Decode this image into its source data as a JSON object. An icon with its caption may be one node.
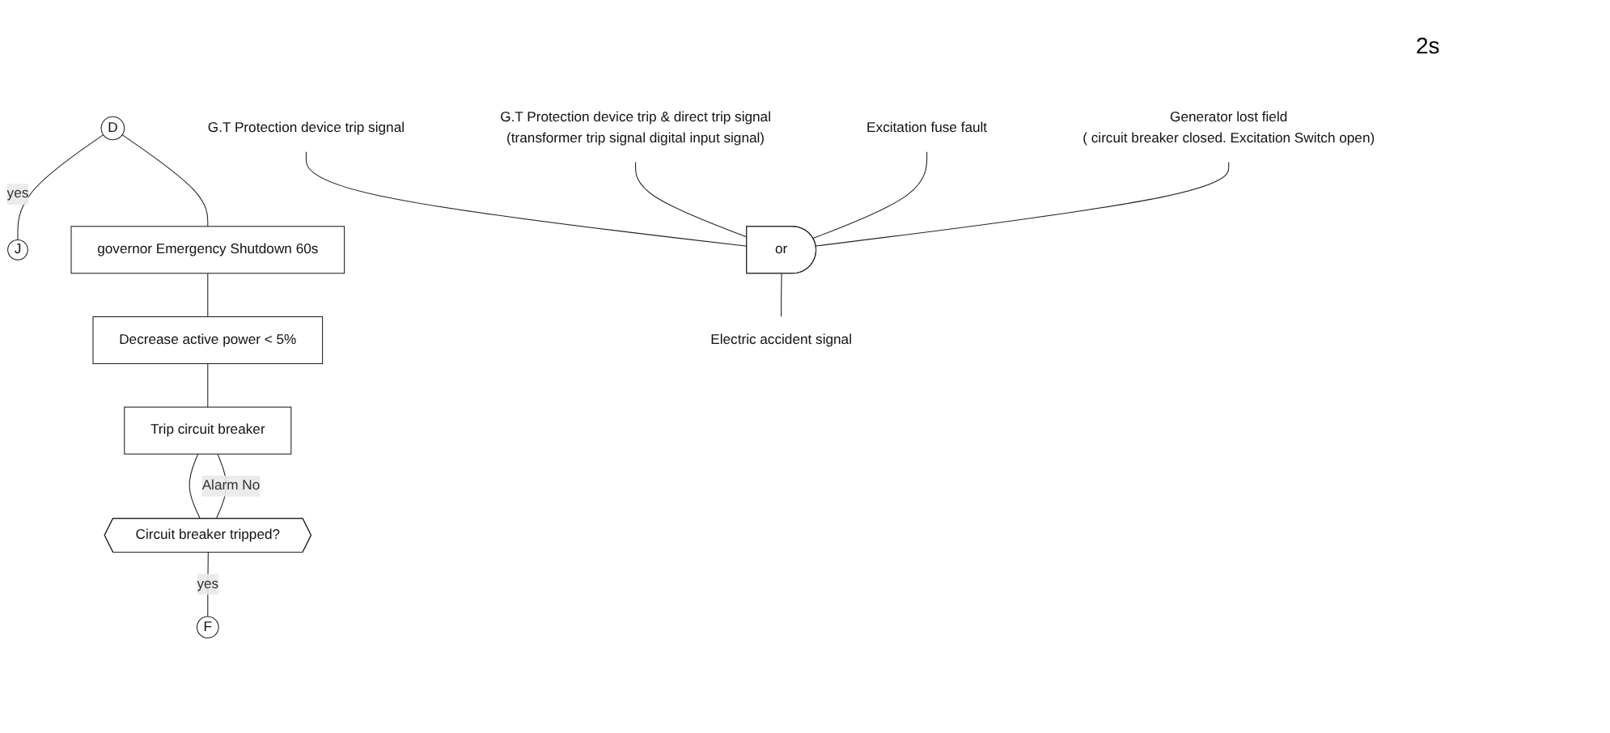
{
  "diagram": {
    "nodes": [
      {
        "text": [
          "D"
        ]
      },
      {
        "text": [
          "J"
        ]
      },
      {
        "text": [
          "governor Emergency Shutdown 60s"
        ]
      },
      {
        "text": [
          "Decrease active power < 5%"
        ]
      },
      {
        "text": [
          "Trip circuit breaker"
        ]
      },
      {
        "text": [
          "Circuit breaker tripped?"
        ]
      },
      {
        "text": [
          "F"
        ]
      },
      {
        "text": [
          "G.T Protection device trip signal"
        ]
      },
      {
        "text": [
          "G.T Protection device trip & direct trip signal",
          "(transformer trip signal digital input signal)"
        ]
      },
      {
        "text": [
          "Excitation fuse fault"
        ]
      },
      {
        "text": [
          "Generator lost field",
          "( circuit breaker closed. Excitation Switch open)"
        ]
      },
      {
        "text": [
          "or"
        ]
      },
      {
        "text": [
          "Electric accident signal"
        ]
      }
    ],
    "edges": [
      {
        "from": 0,
        "to": 1,
        "arrow": "none",
        "label": "yes"
      },
      {
        "from": 0,
        "to": 2,
        "arrow": "none"
      },
      {
        "from": 2,
        "to": 3,
        "arrow": "none"
      },
      {
        "from": 3,
        "to": 4,
        "arrow": "none"
      },
      {
        "from": 4,
        "to": 5,
        "arrow": "none"
      },
      {
        "from": 5,
        "to": 4,
        "arrow": "none",
        "label": "Alarm No"
      },
      {
        "from": 5,
        "to": 6,
        "arrow": "none",
        "label": "yes"
      },
      {
        "from": 7,
        "to": 11,
        "arrow": "none"
      },
      {
        "from": 8,
        "to": 11,
        "arrow": "none"
      },
      {
        "from": 9,
        "to": 11,
        "arrow": "none"
      },
      {
        "from": 10,
        "to": 11,
        "arrow": "none"
      },
      {
        "from": 11,
        "to": 12,
        "arrow": "none"
      }
    ],
    "labels": [
      "2s"
    ]
  }
}
